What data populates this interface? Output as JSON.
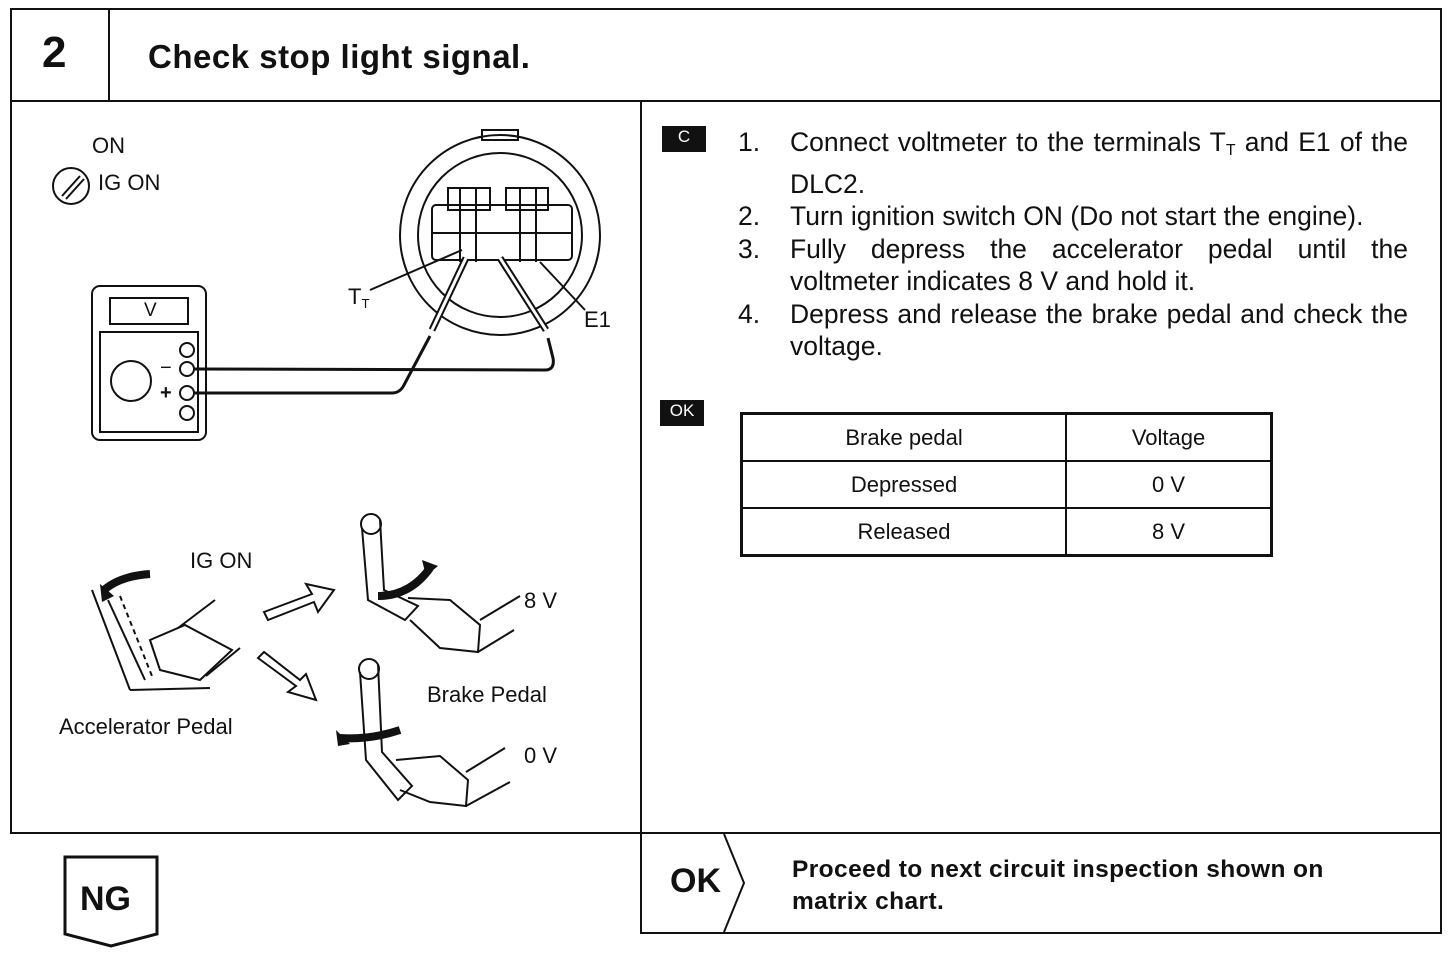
{
  "header": {
    "step_number": "2",
    "title": "Check stop light signal."
  },
  "badges": {
    "condition": "C",
    "ok": "OK"
  },
  "procedure": {
    "steps": [
      {
        "num": "1.",
        "pre": "Connect voltmeter to the terminals T",
        "sub": "T",
        "post": " and E1 of the DLC2."
      },
      {
        "num": "2.",
        "text": "Turn ignition switch ON (Do not start the engine)."
      },
      {
        "num": "3.",
        "text": "Fully depress the accelerator pedal until the voltmeter indicates 8 V and hold it."
      },
      {
        "num": "4.",
        "text": "Depress and release the brake pedal and check the voltage."
      }
    ]
  },
  "result_table": {
    "headers": [
      "Brake pedal",
      "Voltage"
    ],
    "rows": [
      [
        "Depressed",
        "0 V"
      ],
      [
        "Released",
        "8 V"
      ]
    ]
  },
  "illustration": {
    "ignition_on": "ON",
    "ig_on": "IG ON",
    "meter_unit": "V",
    "terminal_tt": "T",
    "terminal_tt_sub": "T",
    "terminal_e1": "E1",
    "ig_on_pedal": "IG ON",
    "voltage_high": "8 V",
    "voltage_low": "0 V",
    "brake_pedal": "Brake Pedal",
    "accelerator_pedal": "Accelerator Pedal",
    "minus": "−",
    "plus": "+"
  },
  "result": {
    "ok_label": "OK",
    "ok_text_line1": "Proceed to next circuit inspection shown on",
    "ok_text_line2": "matrix chart.",
    "ng_label": "NG"
  }
}
